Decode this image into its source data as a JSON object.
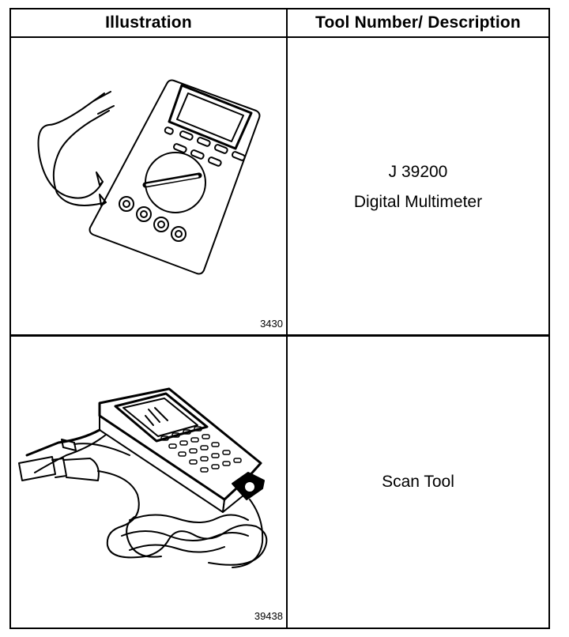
{
  "header": {
    "illustration": "Illustration",
    "description": "Tool Number/ Description"
  },
  "rows": [
    {
      "icon": "digital-multimeter-illustration",
      "figure_number": "3430",
      "tool_number": "J 39200",
      "description": "Digital Multimeter"
    },
    {
      "icon": "scan-tool-illustration",
      "figure_number": "39438",
      "tool_number": "",
      "description": "Scan Tool"
    }
  ]
}
